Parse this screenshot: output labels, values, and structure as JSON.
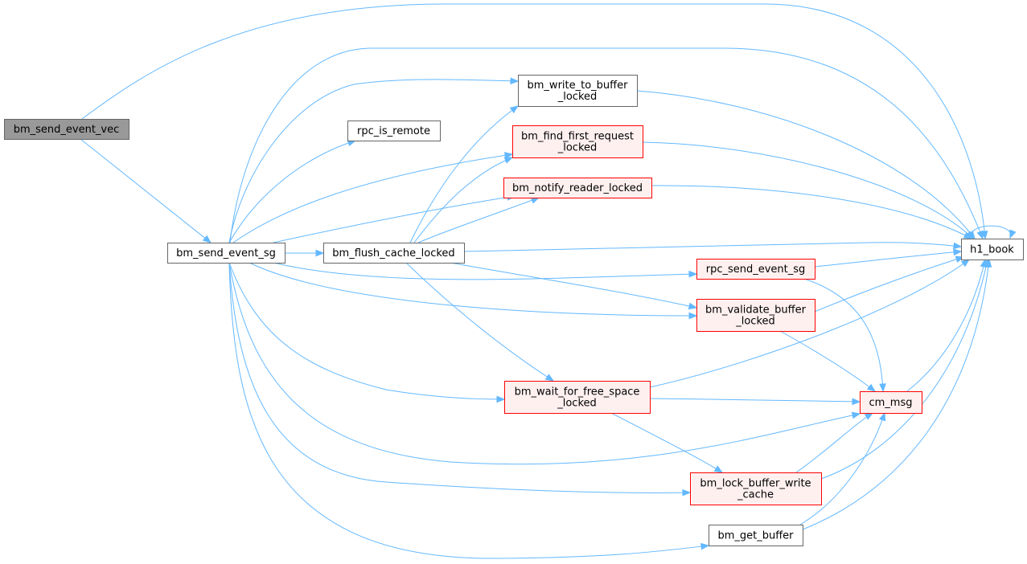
{
  "colors": {
    "edge": "#63b8ff",
    "root_fill": "#999999",
    "plain_fill": "#ffffff",
    "plain_stroke": "#666666",
    "warn_fill": "#fff0f0",
    "warn_stroke": "#ff0000"
  },
  "nodes": {
    "bm_send_event_vec": {
      "lines": [
        "bm_send_event_vec"
      ],
      "style": "root"
    },
    "bm_send_event_sg": {
      "lines": [
        "bm_send_event_sg"
      ],
      "style": "plain"
    },
    "rpc_is_remote": {
      "lines": [
        "rpc_is_remote"
      ],
      "style": "plain"
    },
    "bm_write_to_buffer_locked": {
      "lines": [
        "bm_write_to_buffer",
        "_locked"
      ],
      "style": "plain"
    },
    "bm_find_first_request_locked": {
      "lines": [
        "bm_find_first_request",
        "_locked"
      ],
      "style": "warn"
    },
    "bm_notify_reader_locked": {
      "lines": [
        "bm_notify_reader_locked"
      ],
      "style": "warn"
    },
    "bm_flush_cache_locked": {
      "lines": [
        "bm_flush_cache_locked"
      ],
      "style": "plain"
    },
    "rpc_send_event_sg": {
      "lines": [
        "rpc_send_event_sg"
      ],
      "style": "warn"
    },
    "bm_validate_buffer_locked": {
      "lines": [
        "bm_validate_buffer",
        "_locked"
      ],
      "style": "warn"
    },
    "bm_wait_for_free_space_locked": {
      "lines": [
        "bm_wait_for_free_space",
        "_locked"
      ],
      "style": "warn"
    },
    "cm_msg": {
      "lines": [
        "cm_msg"
      ],
      "style": "warn"
    },
    "bm_lock_buffer_write_cache": {
      "lines": [
        "bm_lock_buffer_write",
        "_cache"
      ],
      "style": "warn"
    },
    "bm_get_buffer": {
      "lines": [
        "bm_get_buffer"
      ],
      "style": "plain"
    },
    "h1_book": {
      "lines": [
        "h1_book"
      ],
      "style": "plain"
    }
  },
  "edges": [
    [
      "bm_send_event_vec",
      "h1_book"
    ],
    [
      "bm_send_event_vec",
      "bm_send_event_sg"
    ],
    [
      "bm_send_event_sg",
      "h1_book"
    ],
    [
      "bm_send_event_sg",
      "bm_write_to_buffer_locked"
    ],
    [
      "bm_send_event_sg",
      "rpc_is_remote"
    ],
    [
      "bm_send_event_sg",
      "bm_find_first_request_locked"
    ],
    [
      "bm_send_event_sg",
      "bm_notify_reader_locked"
    ],
    [
      "bm_send_event_sg",
      "bm_flush_cache_locked"
    ],
    [
      "bm_send_event_sg",
      "rpc_send_event_sg"
    ],
    [
      "bm_send_event_sg",
      "bm_validate_buffer_locked"
    ],
    [
      "bm_send_event_sg",
      "bm_wait_for_free_space_locked"
    ],
    [
      "bm_send_event_sg",
      "cm_msg"
    ],
    [
      "bm_send_event_sg",
      "bm_lock_buffer_write_cache"
    ],
    [
      "bm_send_event_sg",
      "bm_get_buffer"
    ],
    [
      "bm_flush_cache_locked",
      "bm_write_to_buffer_locked"
    ],
    [
      "bm_flush_cache_locked",
      "bm_find_first_request_locked"
    ],
    [
      "bm_flush_cache_locked",
      "bm_notify_reader_locked"
    ],
    [
      "bm_flush_cache_locked",
      "h1_book"
    ],
    [
      "bm_flush_cache_locked",
      "bm_validate_buffer_locked"
    ],
    [
      "bm_flush_cache_locked",
      "bm_wait_for_free_space_locked"
    ],
    [
      "bm_write_to_buffer_locked",
      "h1_book"
    ],
    [
      "bm_find_first_request_locked",
      "h1_book"
    ],
    [
      "bm_notify_reader_locked",
      "h1_book"
    ],
    [
      "rpc_send_event_sg",
      "h1_book"
    ],
    [
      "rpc_send_event_sg",
      "cm_msg"
    ],
    [
      "bm_validate_buffer_locked",
      "h1_book"
    ],
    [
      "bm_validate_buffer_locked",
      "cm_msg"
    ],
    [
      "bm_wait_for_free_space_locked",
      "h1_book"
    ],
    [
      "bm_wait_for_free_space_locked",
      "cm_msg"
    ],
    [
      "bm_wait_for_free_space_locked",
      "bm_lock_buffer_write_cache"
    ],
    [
      "cm_msg",
      "h1_book"
    ],
    [
      "bm_lock_buffer_write_cache",
      "h1_book"
    ],
    [
      "bm_lock_buffer_write_cache",
      "cm_msg"
    ],
    [
      "bm_get_buffer",
      "h1_book"
    ],
    [
      "bm_get_buffer",
      "cm_msg"
    ],
    [
      "h1_book",
      "h1_book"
    ]
  ]
}
